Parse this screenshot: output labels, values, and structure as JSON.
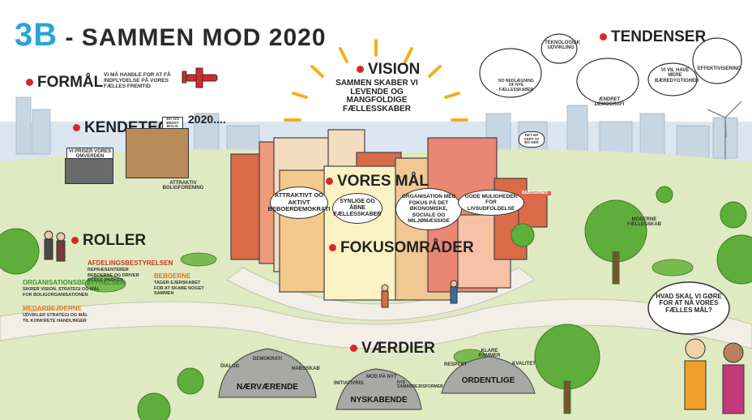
{
  "title": {
    "number": "3B",
    "text": "- SAMMEN MOD 2020"
  },
  "formaal": {
    "heading": "FORMÅL",
    "text": "VI MÅ HANDLE FOR AT FÅ INDFLYDELSE PÅ VORES FÆLLES FREMTID"
  },
  "vision": {
    "heading": "VISION",
    "text": "SAMMEN SKABER VI LEVENDE OG MANGFOLDIGE FÆLLESSKABER"
  },
  "tendenser": {
    "heading": "TENDENSER",
    "items": [
      "TEKNOLOGISK UDVIKLING",
      "NO NEDLÆGNING OF NYE FÆLLESSKABER",
      "ÆNDRET DEMOGRAFI",
      "VI VIL HAVE MERE BÆREDYGTIGHED",
      "EFFEKTIVISERING"
    ]
  },
  "kendetegn": {
    "heading": "KENDETEGN",
    "year": "2020....",
    "banner": "VI PRISER VORES OMVERDEN",
    "building_label": "ATTRAKTIV BOLIGFORENING",
    "sign": "30+ GO BEDST BOLIG"
  },
  "vores_maal": {
    "heading": "VORES MÅL",
    "bubbles": [
      "ATTRAKTIVT OG AKTIVT BEBOERDEMOKRATI",
      "SYNLIGE OG ÅBNE FÆLLESSKABER",
      "ORGANISATION MED FOKUS PÅ DET ØKONOMISKE, SOCIALE OG MILJØMÆSSIGE",
      "GODE MULIGHEDER FOR LIVSUDFOLDELSE"
    ]
  },
  "fokusomraader": {
    "heading": "FOKUSOMRÅDER"
  },
  "roller": {
    "heading": "ROLLER",
    "items": [
      {
        "title": "AFDELINGSBESTYRELSEN",
        "desc": "REPRÆSENTERER BEBOERNE OG DRIVER DERES ØNSKER"
      },
      {
        "title": "BEBOERNE",
        "desc": "TAGER EJERSKABET FOR AT SKABE NOGET SAMMEN"
      },
      {
        "title": "ORGANISATIONSBESTYRELSEN",
        "desc": "SIKRER VISION, STRATEGI OG MÅL FOR BOLIGORGANISATIONEN"
      },
      {
        "title": "MEDARBEJDERNE",
        "desc": "UDVIKLER STRATEGI OG MÅL TIL KONKRETE HANDLINGER"
      }
    ]
  },
  "vaerdier": {
    "heading": "VÆRDIER",
    "values": [
      "NÆRVÆRENDE",
      "NYSKABENDE",
      "ORDENTLIGE"
    ],
    "icons": [
      "DIALOG",
      "DEMOKRATI",
      "NABOSKAB",
      "INITIATIVRIG",
      "MOD PÅ NYT",
      "NYE SAMARBEJDSFORMER",
      "RESPEKT",
      "KLARE RAMMER",
      "KVALITET"
    ]
  },
  "speech": {
    "text": "HVAD SKAL VI GØRE FOR AT NÅ VORES FÆLLES MÅL?"
  },
  "misc": {
    "tend_bubble_1": "MODERNE FÆLLESSKAB",
    "kendetegn_small": "BEBOERNES",
    "sign_right": "DET ER VERT AT BO HER"
  },
  "colors": {
    "accent_red": "#d62828",
    "title_blue": "#2aa4d8",
    "grass": "#d9e8b8",
    "sky": "#c9d9e8"
  }
}
